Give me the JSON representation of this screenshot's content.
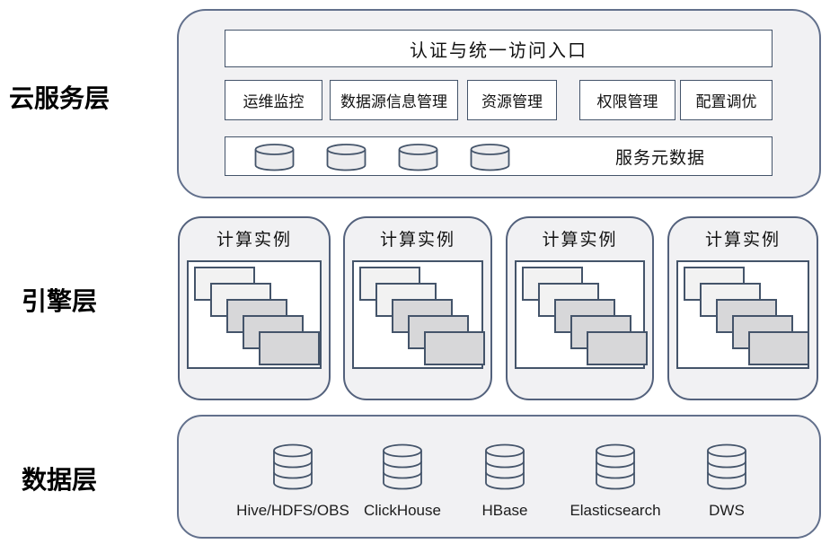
{
  "layers": {
    "cloud": {
      "label": "云服务层"
    },
    "engine": {
      "label": "引擎层"
    },
    "data": {
      "label": "数据层"
    }
  },
  "cloud": {
    "auth_bar_label": "认证与统一访问入口",
    "management_boxes": [
      "运维监控",
      "数据源信息管理",
      "资源管理",
      "权限管理",
      "配置调优"
    ],
    "metadata_label": "服务元数据",
    "metadata_cylinder_count": 4
  },
  "engine": {
    "instance_labels": [
      "计算实例",
      "计算实例",
      "计算实例",
      "计算实例"
    ]
  },
  "data_layer": {
    "stores": [
      "Hive/HDFS/OBS",
      "ClickHouse",
      "HBase",
      "Elasticsearch",
      "DWS"
    ]
  },
  "colors": {
    "panel_fill": "#f1f1f3",
    "panel_border": "#62708c",
    "box_border": "#44546a",
    "cascade_light": "#f2f2f2",
    "cascade_dark": "#d7d7d9",
    "text": "#111111"
  }
}
